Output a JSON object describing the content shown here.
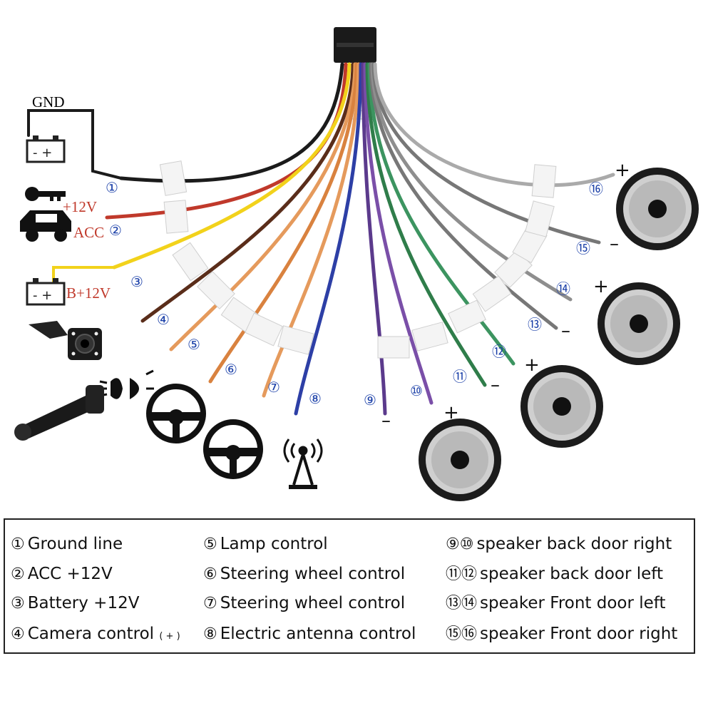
{
  "labels": {
    "gnd": "GND",
    "acc_plus": "+12V",
    "acc": "ACC",
    "b12": "B+12V",
    "plus": "+",
    "minus": "–"
  },
  "wire_numbers": [
    "①",
    "②",
    "③",
    "④",
    "⑤",
    "⑥",
    "⑦",
    "⑧",
    "⑨",
    "⑩",
    "⑪",
    "⑫",
    "⑬",
    "⑭",
    "⑮",
    "⑯"
  ],
  "colors": {
    "black": "#1b1b1b",
    "red": "#c0392b",
    "yellow": "#f2d21b",
    "brown": "#5a2d1a",
    "orange": "#e59a5c",
    "blue": "#2d3fa6",
    "purple": "#5b3a8c",
    "green": "#2f7d4a",
    "gray": "#8e8e8e",
    "number": "#1a3fa8"
  },
  "legend": {
    "col1": [
      {
        "mark": "①",
        "text": "Ground line"
      },
      {
        "mark": "②",
        "text": "ACC +12V"
      },
      {
        "mark": "③",
        "text": "Battery +12V"
      },
      {
        "mark": "④",
        "text": "Camera control",
        "suffix": "( + )"
      }
    ],
    "col2": [
      {
        "mark": "⑤",
        "text": "Lamp control"
      },
      {
        "mark": "⑥",
        "text": "Steering wheel control"
      },
      {
        "mark": "⑦",
        "text": "Steering wheel control"
      },
      {
        "mark": "⑧",
        "text": "Electric antenna control"
      }
    ],
    "col3": [
      {
        "mark": "⑨⑩",
        "text": "speaker back door right"
      },
      {
        "mark": "⑪⑫",
        "text": "speaker back door left"
      },
      {
        "mark": "⑬⑭",
        "text": "speaker Front door left"
      },
      {
        "mark": "⑮⑯",
        "text": "speaker Front door right"
      }
    ]
  }
}
